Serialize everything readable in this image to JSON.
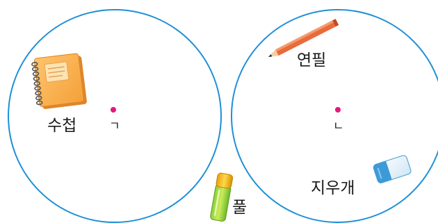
{
  "colors": {
    "circle_stroke": "#1e8fd6",
    "center_dot": "#e4177f",
    "text": "#1a1a1a"
  },
  "circles": [
    {
      "center_label": "ㄱ",
      "items": [
        {
          "label": "수첩",
          "icon": "notebook-icon"
        }
      ]
    },
    {
      "center_label": "ㄴ",
      "items": [
        {
          "label": "연필",
          "icon": "pencil-icon"
        },
        {
          "label": "지우개",
          "icon": "eraser-icon"
        }
      ]
    }
  ],
  "outside_items": [
    {
      "label": "풀",
      "icon": "glue-stick-icon"
    }
  ]
}
